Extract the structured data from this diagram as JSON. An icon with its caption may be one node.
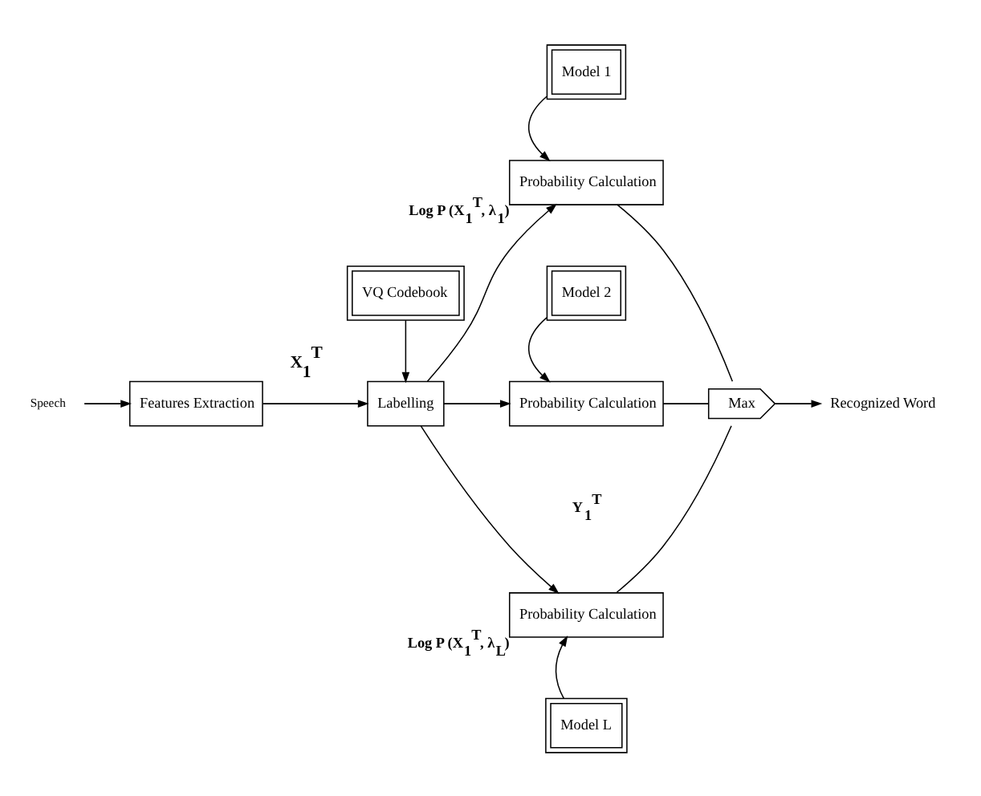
{
  "diagram": {
    "nodes": [
      {
        "text": [
          "Speech"
        ]
      },
      {
        "text": [
          "Features Extraction"
        ]
      },
      {
        "text": [
          "VQ Codebook"
        ]
      },
      {
        "text": [
          "Labelling"
        ]
      },
      {
        "text": [
          "Model 1"
        ]
      },
      {
        "text": [
          "Probability Calculation"
        ],
        "beside": [
          "Log P (X$_{1}$$^{T}$, λ$_{1}$)"
        ]
      },
      {
        "text": [
          "Model 2"
        ]
      },
      {
        "text": [
          "Probability Calculation"
        ]
      },
      {
        "text": [
          "Probability Calculation"
        ],
        "beside": [
          "Log P (X$_{1}$$^{T}$, λ$_{L}$)"
        ]
      },
      {
        "text": [
          "Model L"
        ]
      },
      {
        "text": [
          "Max"
        ]
      },
      {
        "text": [
          "Recognized Word"
        ]
      }
    ],
    "edges": [
      {
        "from": 0,
        "to": 1,
        "arrow": "to"
      },
      {
        "from": 1,
        "to": 3,
        "arrow": "to",
        "label": "X$_{1}$$^{T}$"
      },
      {
        "from": 2,
        "to": 3,
        "arrow": "to"
      },
      {
        "from": 3,
        "to": 5,
        "arrow": "to"
      },
      {
        "from": 3,
        "to": 7,
        "arrow": "to"
      },
      {
        "from": 3,
        "to": 8,
        "arrow": "to"
      },
      {
        "from": 4,
        "to": 5,
        "arrow": "to"
      },
      {
        "from": 6,
        "to": 7,
        "arrow": "to"
      },
      {
        "from": 9,
        "to": 8,
        "arrow": "to"
      },
      {
        "from": 5,
        "to": 10,
        "arrow": "none"
      },
      {
        "from": 7,
        "to": 10,
        "arrow": "none"
      },
      {
        "from": 8,
        "to": 10,
        "arrow": "none"
      },
      {
        "from": 10,
        "to": 11,
        "arrow": "to"
      }
    ],
    "labels": [
      "Y$_{1}$$^{T}$"
    ]
  }
}
